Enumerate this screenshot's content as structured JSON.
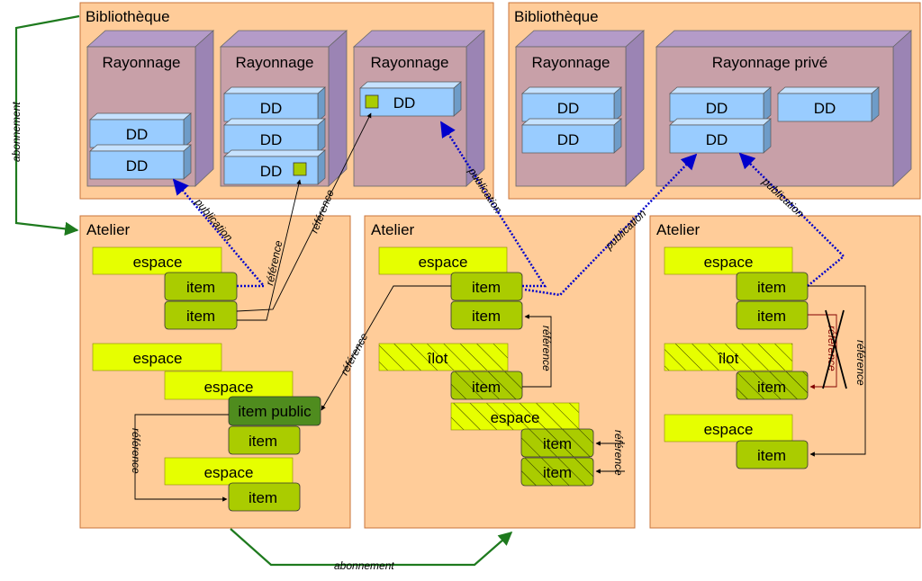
{
  "libraries": [
    {
      "title": "Bibliothèque",
      "shelves": [
        {
          "label": "Rayonnage",
          "dds": [
            "DD",
            "DD"
          ]
        },
        {
          "label": "Rayonnage",
          "dds": [
            "DD",
            "DD",
            "DD"
          ]
        },
        {
          "label": "Rayonnage",
          "dds": [
            "DD"
          ]
        }
      ]
    },
    {
      "title": "Bibliothèque",
      "shelves": [
        {
          "label": "Rayonnage",
          "dds": [
            "DD",
            "DD"
          ]
        },
        {
          "label": "Rayonnage privé",
          "dds": [
            "DD",
            "DD",
            "DD"
          ]
        }
      ]
    }
  ],
  "ateliers": [
    {
      "title": "Atelier",
      "blocks": [
        "espace",
        "item",
        "item",
        "espace",
        "espace",
        "item public",
        "item",
        "espace",
        "item"
      ]
    },
    {
      "title": "Atelier",
      "blocks": [
        "espace",
        "item",
        "item",
        "îlot",
        "item",
        "espace",
        "item",
        "item"
      ]
    },
    {
      "title": "Atelier",
      "blocks": [
        "espace",
        "item",
        "item",
        "îlot",
        "item",
        "espace",
        "item"
      ]
    }
  ],
  "connectors": {
    "subscription": "abonnement",
    "publication": "publication",
    "reference": "référence"
  },
  "colors": {
    "library_bg": "#FFCC99",
    "shelf_front": "#C8A0A8",
    "shelf_top": "#B49BC8",
    "shelf_side": "#9B84B4",
    "dd_front": "#99CCFF",
    "espace": "#E6FF00",
    "item": "#AACC00",
    "item_public": "#4F8C1E",
    "publication_arrow": "#0000CC",
    "subscription_arrow": "#1E7A1E",
    "removed": "#800000"
  }
}
